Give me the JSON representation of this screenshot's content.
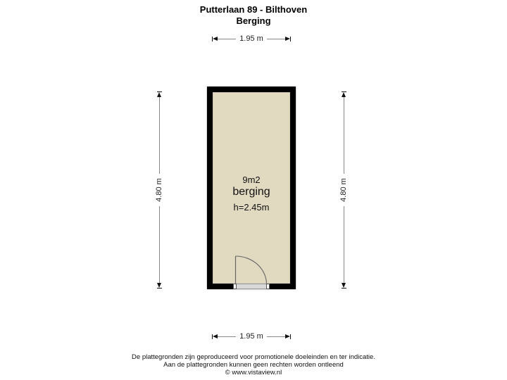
{
  "header": {
    "title": "Putterlaan 89 - Bilthoven",
    "subtitle": "Berging"
  },
  "dimensions": {
    "top_width": "1.95 m",
    "bottom_width": "1.95 m",
    "left_height": "4.80 m",
    "right_height": "4.80 m"
  },
  "room": {
    "area": "9m2",
    "name": "berging",
    "height": "h=2.45m",
    "floor_color": "#e1d9c0",
    "wall_color": "#000000"
  },
  "door": {
    "icon": "door-swing-icon"
  },
  "footer": {
    "line1": "De plattegronden zijn geproduceerd voor promotionele doeleinden en ter indicatie.",
    "line2": "Aan de plattegronden kunnen geen rechten worden ontleend",
    "line3": "© www.vistaview.nl"
  }
}
